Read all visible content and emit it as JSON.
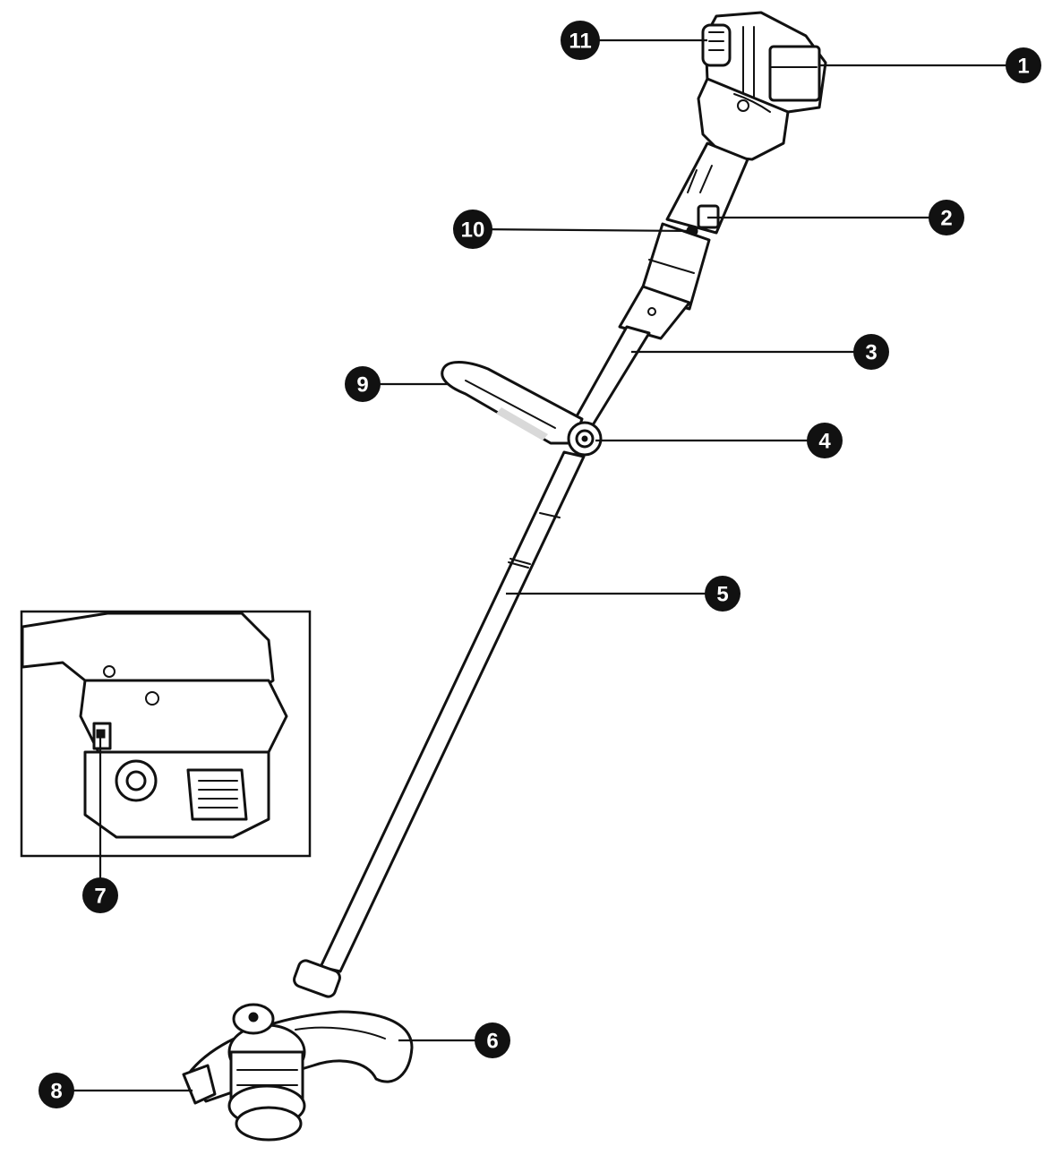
{
  "callouts": [
    {
      "id": "1",
      "label": "1"
    },
    {
      "id": "2",
      "label": "2"
    },
    {
      "id": "3",
      "label": "3"
    },
    {
      "id": "4",
      "label": "4"
    },
    {
      "id": "5",
      "label": "5"
    },
    {
      "id": "6",
      "label": "6"
    },
    {
      "id": "7",
      "label": "7"
    },
    {
      "id": "8",
      "label": "8"
    },
    {
      "id": "9",
      "label": "9"
    },
    {
      "id": "10",
      "label": "10"
    },
    {
      "id": "11",
      "label": "11"
    }
  ],
  "colors": {
    "ink": "#111111",
    "background": "#ffffff",
    "shade": "#d9d9d9"
  }
}
